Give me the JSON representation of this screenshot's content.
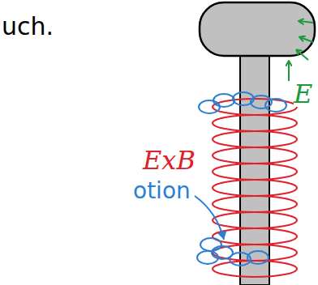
{
  "diagram": {
    "labels": [
      "uch.",
      "E",
      "ExB",
      "otion"
    ]
  }
}
